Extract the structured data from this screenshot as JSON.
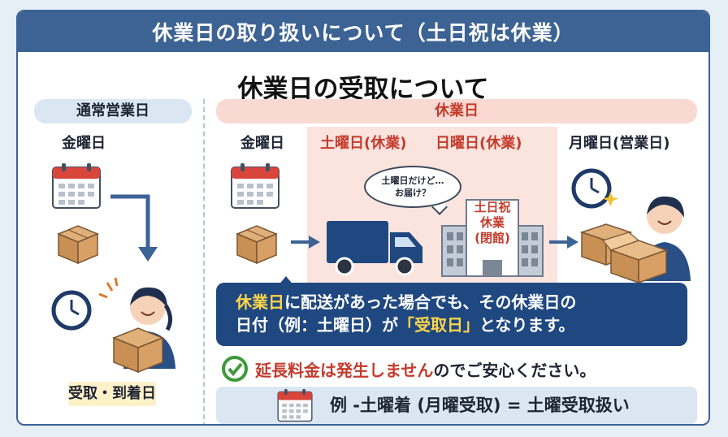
{
  "banner": {
    "title": "休業日の取り扱いについて（土日祝は休業）"
  },
  "heading": "休業日の受取について",
  "normal": {
    "section_label": "通常営業日",
    "day": "金曜日",
    "result_label": "受取・到着日"
  },
  "holiday": {
    "section_label": "休業日",
    "day_friday": "金曜日",
    "day_saturday": "土曜日(休業)",
    "day_sunday": "日曜日(休業)",
    "day_monday": "月曜日(営業日)",
    "speech_line1": "土曜日だけど…",
    "speech_line2": "お届け？",
    "building_line1": "土日祝",
    "building_line2": "休業",
    "building_line3": "(閉館)"
  },
  "notice": {
    "part1_highlight": "休業日",
    "part2": "に配送があった場合でも、その休業日の",
    "part3": "日付（例：土曜日）が",
    "part4_highlight": "「受取日」",
    "part5": "となります。"
  },
  "fee": {
    "red_text": "延長料金は発生しません",
    "rest_text": "のでご安心ください。"
  },
  "example": {
    "text": "例 -土曜着 (月曜受取) = 土曜受取扱い"
  },
  "colors": {
    "navy": "#3d6394",
    "notice_bg": "#1f4880",
    "accent_red": "#c43b2c",
    "highlight_yellow": "#ffd54a",
    "pink_bg": "#f9d9d2",
    "light_blue": "#dbe6f3",
    "check_green": "#3d9a3a"
  },
  "icons": [
    "calendar-icon",
    "package-icon",
    "clock-icon",
    "truck-icon",
    "building-icon",
    "check-circle-icon",
    "arrow-icon",
    "person-icon"
  ]
}
